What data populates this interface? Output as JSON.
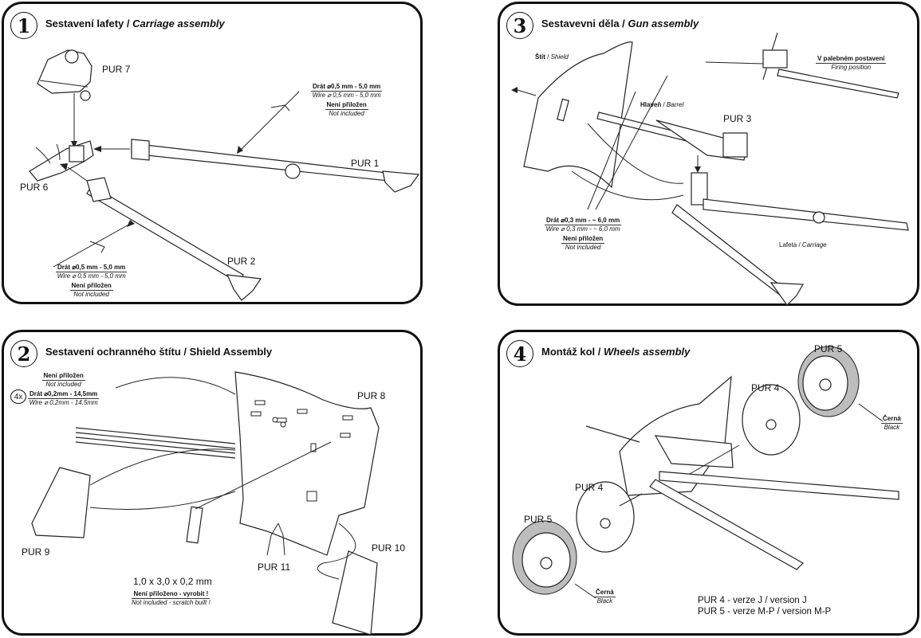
{
  "panels": {
    "carriage": {
      "number": "1",
      "title_cz": "Sestavení lafety / ",
      "title_en": "Carriage assembly",
      "parts": [
        "PUR 7",
        "PUR 6",
        "PUR 1",
        "PUR 2"
      ],
      "wire_note_top": {
        "cz": "Drát ⌀0,5 mm - 5,0 mm",
        "en": "Wire ⌀ 0,5 mm - 5,0 mm",
        "not_included_cz": "Není přiložen",
        "not_included_en": "Not included"
      },
      "wire_note_bottom": {
        "cz": "Drát ⌀0,5 mm - 5,0 mm",
        "en": "Wire ⌀ 0,5 mm - 5,0 mm",
        "not_included_cz": "Není přiložen",
        "not_included_en": "Not included"
      }
    },
    "gun": {
      "number": "3",
      "title_cz": "Sestavevni děla  / ",
      "title_en": "Gun assembly",
      "shield_cz": "Štít",
      "shield_en": "Shield",
      "barrel_cz": "Hlaveň",
      "barrel_en": "Barrel",
      "part": "PUR 3",
      "carriage_cz": "Lafeta",
      "carriage_en": "Carriage",
      "firing_cz": "V palebném postavení",
      "firing_en": "Firing position",
      "wire_note": {
        "cz": "Drát ⌀0,3 mm - ~ 6,0 mm",
        "en": "Wire ⌀ 0,3 mm - ~ 6,0 mm",
        "not_included_cz": "Není přiložen",
        "not_included_en": "Not included"
      }
    },
    "shield": {
      "number": "2",
      "title_cz": "Sestavení ochranného štítu / Shield Assembly",
      "parts": [
        "PUR 8",
        "PUR 9",
        "PUR 10",
        "PUR 11"
      ],
      "quantity": "4x",
      "wire_note": {
        "not_included_cz": "Není přiložen",
        "not_included_en": "Not included",
        "cz": "Drát ⌀0,2mm - 14,5mm",
        "en": "Wire ⌀ 0,2mm - 14,5mm"
      },
      "plate_dims": "1,0 x 3,0 x 0,2 mm",
      "plate_note_cz": "Není přiloženo - vyrobit !",
      "plate_note_en": "Not included - scratch built !"
    },
    "wheels": {
      "number": "4",
      "title_cz": "Montáž kol / ",
      "title_en": "Wheels  assembly",
      "parts": [
        "PUR 5",
        "PUR 4",
        "PUR 4",
        "PUR 5"
      ],
      "color_cz": "Černá",
      "color_en": "Black",
      "versions": [
        "PUR 4 - verze J / version J",
        "PUR 5 - verze M-P / version M-P"
      ]
    }
  }
}
